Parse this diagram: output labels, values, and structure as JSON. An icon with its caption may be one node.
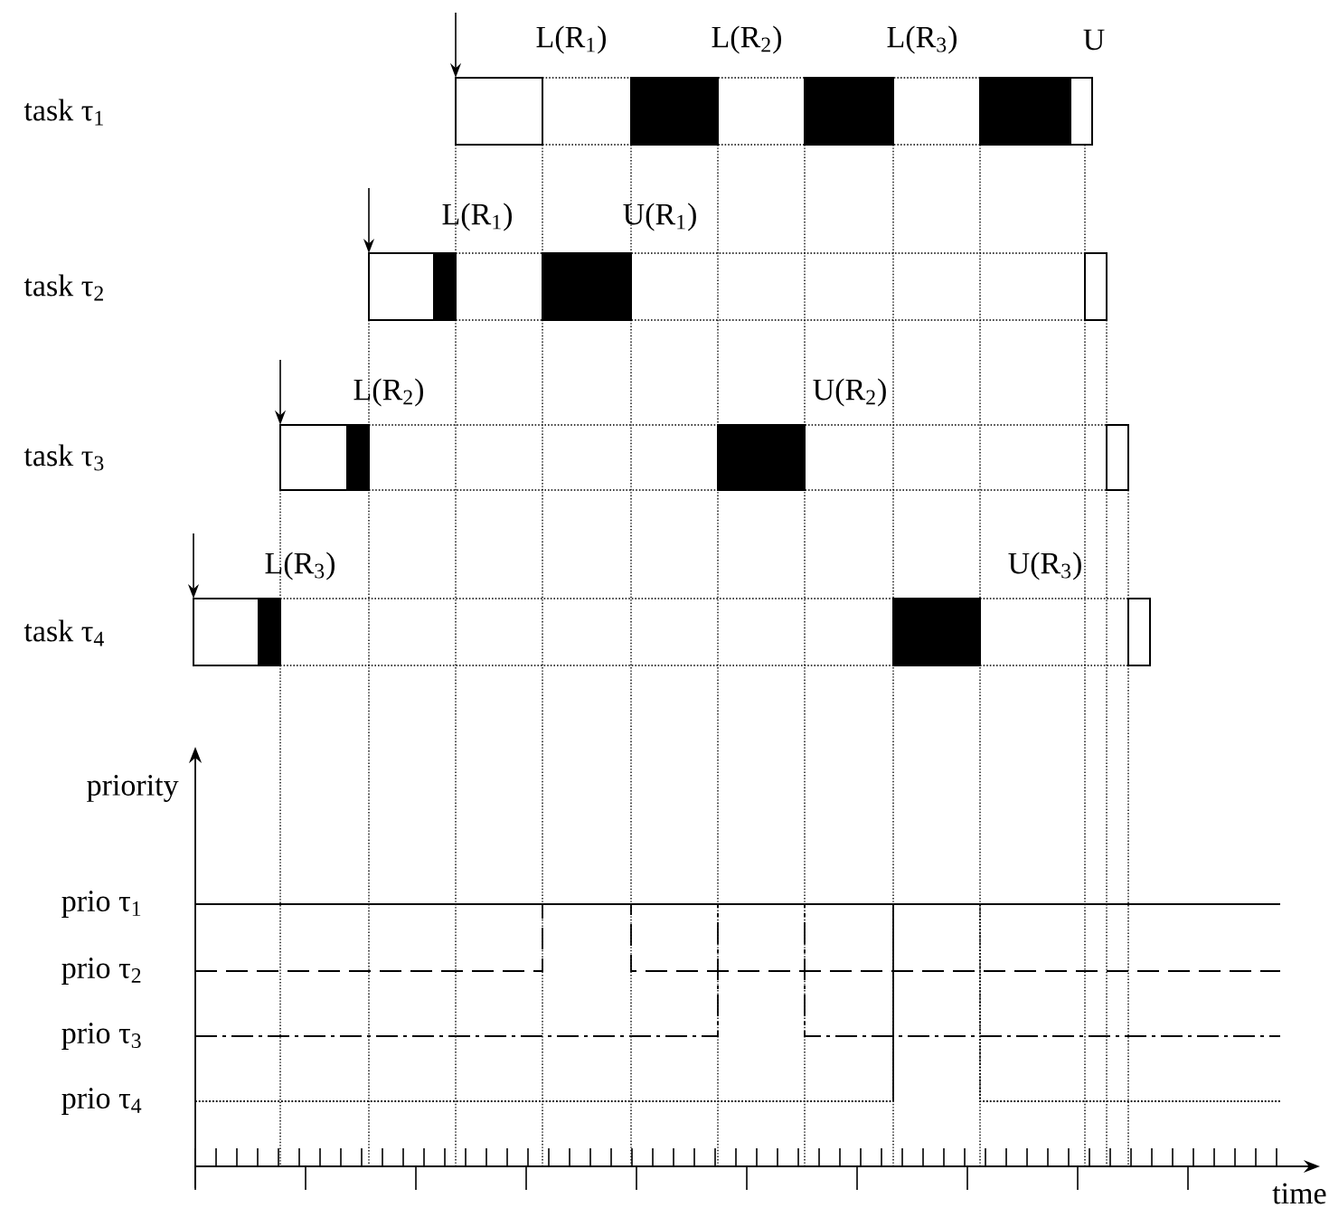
{
  "diagram": {
    "labels": [
      "L(R$_{1}$)",
      "L(R$_{2}$)",
      "L(R$_{3}$)",
      "U",
      "task τ$_{1}$",
      "L(R$_{1}$)",
      "U(R$_{1}$)",
      "task τ$_{2}$",
      "L(R$_{2}$)",
      "U(R$_{2}$)",
      "task τ$_{3}$",
      "L(R$_{3}$)",
      "U(R$_{3}$)",
      "task τ$_{4}$",
      "priority",
      "prio τ$_{1}$",
      "prio τ$_{2}$",
      "prio τ$_{3}$",
      "prio τ$_{4}$",
      "time"
    ]
  }
}
